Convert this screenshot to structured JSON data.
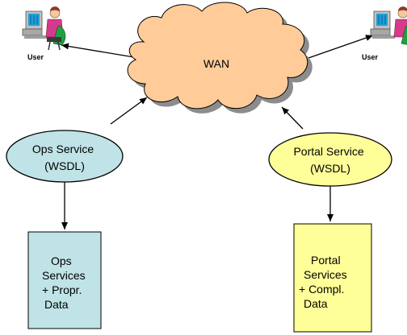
{
  "nodes": {
    "wan": {
      "label": "WAN",
      "fill": "#ffcc99",
      "shadow": "#8c8c8c"
    },
    "user_left": {
      "label": "User"
    },
    "user_right": {
      "label": "User"
    },
    "ops_service": {
      "lines": [
        "Ops Service",
        "(WSDL)"
      ],
      "fill": "#bfe3e6"
    },
    "portal_service": {
      "lines": [
        "Portal Service",
        "(WSDL)"
      ],
      "fill": "#ffff99"
    },
    "ops_data": {
      "lines": [
        "Ops",
        "Services",
        "+ Propr.",
        "Data"
      ],
      "fill": "#bfe3e6"
    },
    "portal_data": {
      "lines": [
        "Portal",
        "Services",
        "+ Compl.",
        "Data"
      ],
      "fill": "#ffff99"
    }
  },
  "edges": [
    {
      "from": "wan",
      "to": "user_left"
    },
    {
      "from": "wan",
      "to": "user_right"
    },
    {
      "from": "ops_service",
      "to": "wan"
    },
    {
      "from": "portal_service",
      "to": "wan"
    },
    {
      "from": "ops_service",
      "to": "ops_data"
    },
    {
      "from": "portal_service",
      "to": "portal_data"
    }
  ],
  "icons": {
    "user": "computer-user-icon"
  }
}
